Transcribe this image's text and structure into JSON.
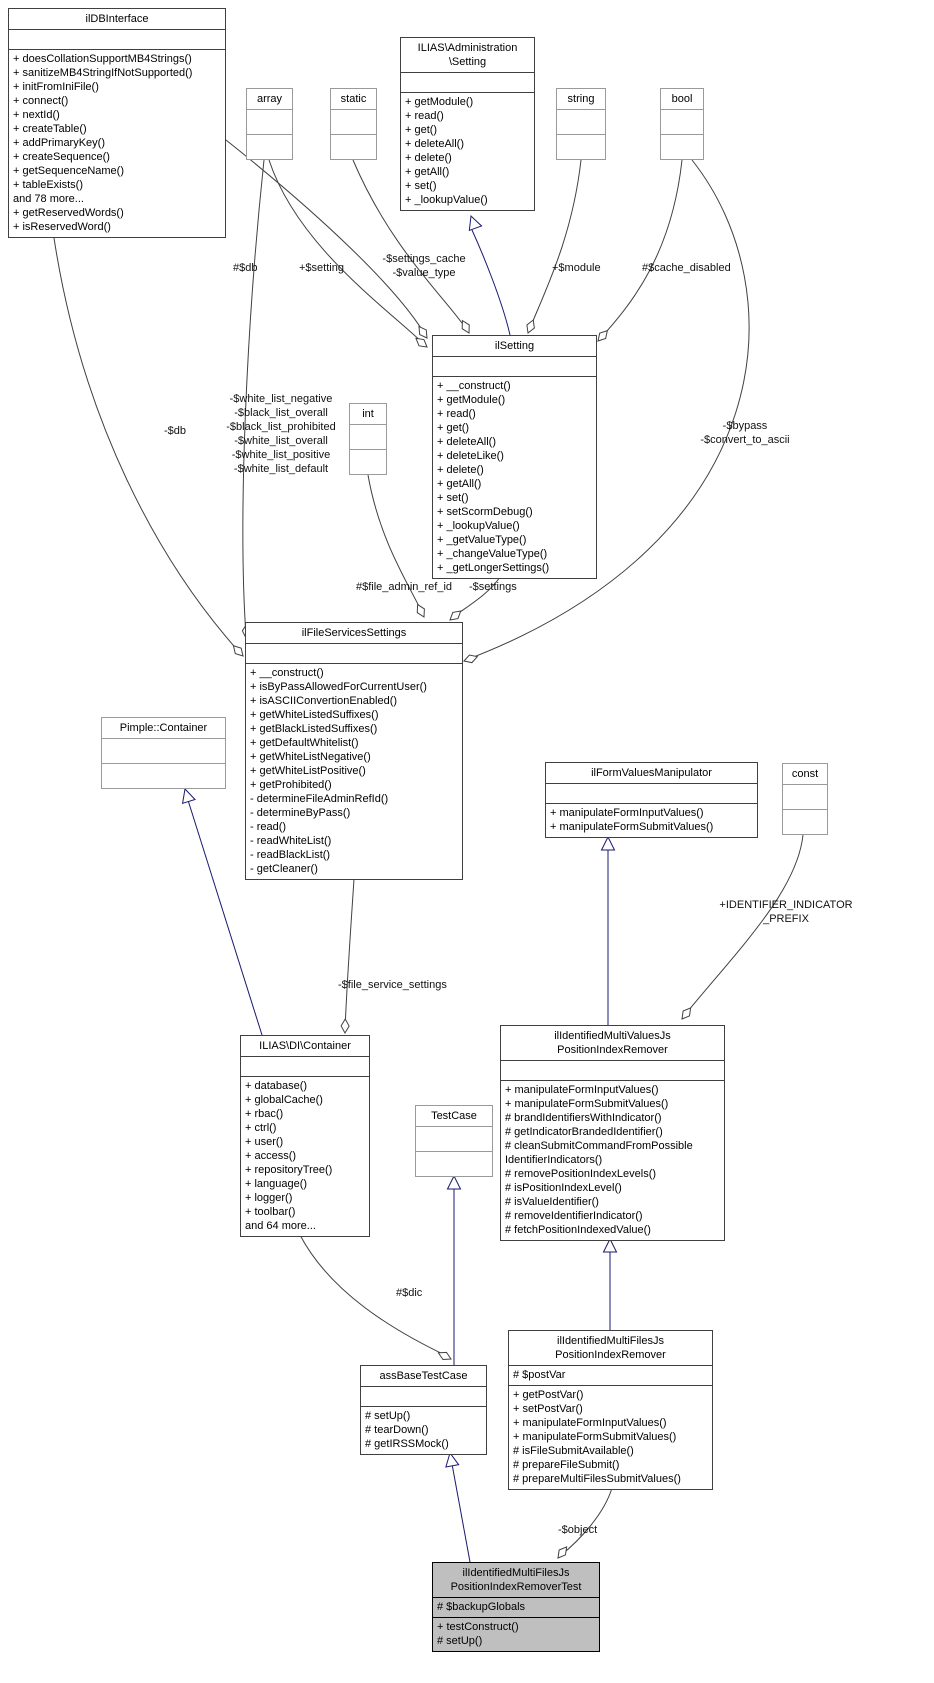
{
  "classes": {
    "ildbinterface": {
      "title": "ilDBInterface",
      "attrs": [],
      "methods": [
        "+ doesCollationSupportMB4Strings()",
        "+ sanitizeMB4StringIfNotSupported()",
        "+ initFromIniFile()",
        "+ connect()",
        "+ nextId()",
        "+ createTable()",
        "+ addPrimaryKey()",
        "+ createSequence()",
        "+ getSequenceName()",
        "+ tableExists()",
        "and 78 more...",
        "+ getReservedWords()",
        "+ isReservedWord()"
      ]
    },
    "adminsetting": {
      "title": "ILIAS\\Administration\n\\Setting",
      "attrs": [],
      "methods": [
        "+ getModule()",
        "+ read()",
        "+ get()",
        "+ deleteAll()",
        "+ delete()",
        "+ getAll()",
        "+ set()",
        "+ _lookupValue()"
      ]
    },
    "array": {
      "title": "array"
    },
    "static": {
      "title": "static"
    },
    "string": {
      "title": "string"
    },
    "bool": {
      "title": "bool"
    },
    "int": {
      "title": "int"
    },
    "const": {
      "title": "const"
    },
    "ilsetting": {
      "title": "ilSetting",
      "attrs": [],
      "methods": [
        "+ __construct()",
        "+ getModule()",
        "+ read()",
        "+ get()",
        "+ deleteAll()",
        "+ deleteLike()",
        "+ delete()",
        "+ getAll()",
        "+ set()",
        "+ setScormDebug()",
        "+ _lookupValue()",
        "+ _getValueType()",
        "+ _changeValueType()",
        "+ _getLongerSettings()"
      ]
    },
    "fileservicessettings": {
      "title": "ilFileServicesSettings",
      "attrs": [],
      "methods": [
        "+ __construct()",
        "+ isByPassAllowedForCurrentUser()",
        "+ isASCIIConvertionEnabled()",
        "+ getWhiteListedSuffixes()",
        "+ getBlackListedSuffixes()",
        "+ getDefaultWhitelist()",
        "+ getWhiteListNegative()",
        "+ getWhiteListPositive()",
        "+ getProhibited()",
        "- determineFileAdminRefId()",
        "- determineByPass()",
        "- read()",
        "- readWhiteList()",
        "- readBlackList()",
        "- getCleaner()"
      ]
    },
    "pimplecontainer": {
      "title": "Pimple::Container"
    },
    "formvaluesmanipulator": {
      "title": "ilFormValuesManipulator",
      "attrs": [],
      "methods": [
        "+ manipulateFormInputValues()",
        "+ manipulateFormSubmitValues()"
      ]
    },
    "dicontainer": {
      "title": "ILIAS\\DI\\Container",
      "attrs": [],
      "methods": [
        "+ database()",
        "+ globalCache()",
        "+ rbac()",
        "+ ctrl()",
        "+ user()",
        "+ access()",
        "+ repositoryTree()",
        "+ language()",
        "+ logger()",
        "+ toolbar()",
        "and 64 more..."
      ]
    },
    "testcase": {
      "title": "TestCase"
    },
    "multivaluesremover": {
      "title": "ilIdentifiedMultiValuesJs\nPositionIndexRemover",
      "attrs": [],
      "methods": [
        "+ manipulateFormInputValues()",
        "+ manipulateFormSubmitValues()",
        "# brandIdentifiersWithIndicator()",
        "# getIndicatorBrandedIdentifier()",
        "# cleanSubmitCommandFromPossible\nIdentifierIndicators()",
        "# removePositionIndexLevels()",
        "# isPositionIndexLevel()",
        "# isValueIdentifier()",
        "# removeIdentifierIndicator()",
        "# fetchPositionIndexedValue()"
      ]
    },
    "assbasetestcase": {
      "title": "assBaseTestCase",
      "attrs": [],
      "methods": [
        "# setUp()",
        "# tearDown()",
        "# getIRSSMock()"
      ]
    },
    "multifilesremover": {
      "title": "ilIdentifiedMultiFilesJs\nPositionIndexRemover",
      "attrs": [
        "# $postVar"
      ],
      "methods": [
        "+ getPostVar()",
        "+ setPostVar()",
        "+ manipulateFormInputValues()",
        "+ manipulateFormSubmitValues()",
        "# isFileSubmitAvailable()",
        "# prepareFileSubmit()",
        "# prepareMultiFilesSubmitValues()"
      ]
    },
    "removertest": {
      "title": "ilIdentifiedMultiFilesJs\nPositionIndexRemoverTest",
      "attrs": [
        "# $backupGlobals"
      ],
      "methods": [
        "+ testConstruct()",
        "# setUp()"
      ]
    }
  },
  "labels": {
    "db_setting": "#$db",
    "setting": "+$setting",
    "settings_cache": "-$settings_cache\n-$value_type",
    "module": "+$module",
    "cache_disabled": "#$cache_disabled",
    "db_fss": "-$db",
    "white_lists": "-$white_list_negative\n-$black_list_overall\n-$black_list_prohibited\n-$white_list_overall\n-$white_list_positive\n-$white_list_default",
    "bypass": "-$bypass\n-$convert_to_ascii",
    "file_admin_ref_id": "#$file_admin_ref_id",
    "settings_member": "-$settings",
    "file_service_settings": "-$file_service_settings",
    "identifier_indicator_prefix": "+IDENTIFIER_INDICATOR\n_PREFIX",
    "dic_member": "#$dic",
    "object_member": "-$object"
  },
  "colors": {
    "inheritance_edge": "#191970",
    "member_edge": "#404040",
    "node_border": "#404040",
    "external_node_border": "#9a9a9a",
    "selected_node_fill": "#bfbfbf"
  }
}
